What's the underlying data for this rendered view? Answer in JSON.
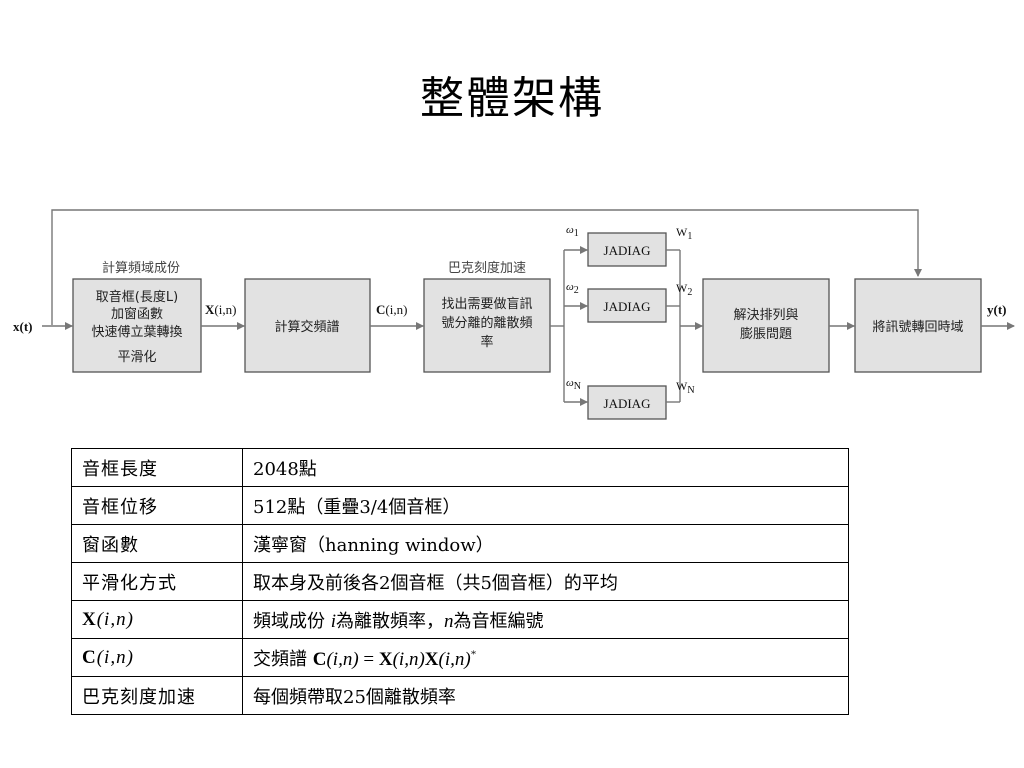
{
  "title": "整體架構",
  "diagram": {
    "input_label": "x(t)",
    "output_label": "y(t)",
    "blocks": {
      "stft": {
        "caption": "計算頻域成份",
        "lines": [
          "取音框(長度L)",
          "加窗函數",
          "快速傅立葉轉換",
          "平滑化"
        ]
      },
      "cross": {
        "lines": [
          "計算交頻譜"
        ]
      },
      "select": {
        "caption": "巴克刻度加速",
        "lines": [
          "找出需要做盲訊",
          "號分離的離散頻",
          "率"
        ]
      },
      "jadiag": {
        "label": "JADIAG"
      },
      "perm": {
        "lines": [
          "解決排列與",
          "膨脹問題"
        ]
      },
      "inverse": {
        "lines": [
          "將訊號轉回時域"
        ]
      }
    },
    "signals": {
      "X": {
        "main": "X",
        "args": "(i,n)"
      },
      "C": {
        "main": "C",
        "args": "(i,n)"
      },
      "omega": "ω",
      "omega_subs": [
        "1",
        "2",
        "N"
      ],
      "W": "W",
      "W_subs": [
        "1",
        "2",
        "N"
      ]
    }
  },
  "table": {
    "rows": [
      {
        "key": "音框長度",
        "value": "2048點"
      },
      {
        "key": "音框位移",
        "value": "512點（重疊3/4個音框）"
      },
      {
        "key": "窗函數",
        "value": "漢寧窗（hanning window）"
      },
      {
        "key": "平滑化方式",
        "value": "取本身及前後各2個音框（共5個音框）的平均"
      }
    ],
    "row_x": {
      "key_main": "X",
      "key_args": "(i,n)",
      "value_a": "頻域成份 ",
      "value_i": "i",
      "value_b": "為離散頻率，",
      "value_n": "n",
      "value_c": "為音框編號"
    },
    "row_c": {
      "key_main": "C",
      "key_args": "(i,n)",
      "value_prefix": "交頻譜 ",
      "formula_c": "C",
      "formula_x": "X",
      "formula_args": "(i,n)",
      "formula_eq": " = ",
      "formula_star": "*"
    },
    "row_bark": {
      "key": "巴克刻度加速",
      "value": "每個頻帶取25個離散頻率"
    }
  }
}
